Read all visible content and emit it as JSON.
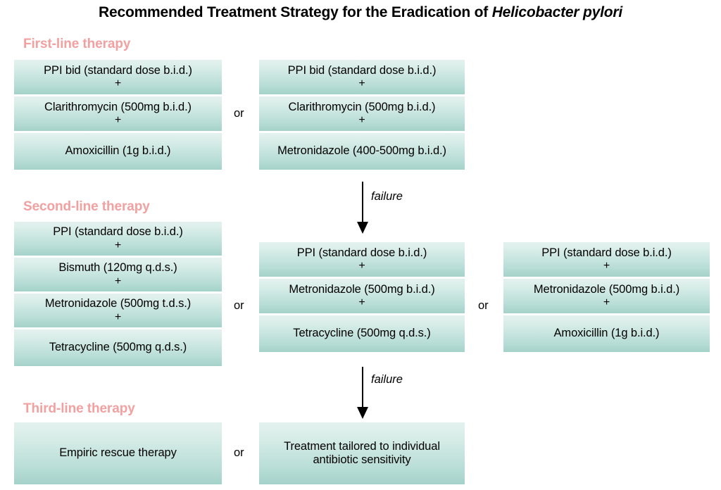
{
  "title": {
    "prefix": "Recommended Treatment Strategy for the Eradication of ",
    "species": "Helicobacter pylori"
  },
  "sections": [
    {
      "id": "first-line",
      "heading": "First-line therapy"
    },
    {
      "id": "second-line",
      "heading": "Second-line therapy"
    },
    {
      "id": "third-line",
      "heading": "Third-line therapy"
    }
  ],
  "separators": {
    "or": "or",
    "failure": "failure"
  },
  "first_line": {
    "option_a": {
      "rows": [
        {
          "drug": "PPI bid (standard dose b.i.d.)",
          "connector": "+"
        },
        {
          "drug": "Clarithromycin (500mg b.i.d.)",
          "connector": "+"
        },
        {
          "drug": "Amoxicillin (1g b.i.d.)",
          "connector": ""
        }
      ]
    },
    "option_b": {
      "rows": [
        {
          "drug": "PPI bid (standard dose b.i.d.)",
          "connector": "+"
        },
        {
          "drug": "Clarithromycin (500mg b.i.d.)",
          "connector": "+"
        },
        {
          "drug": "Metronidazole (400-500mg b.i.d.)",
          "connector": ""
        }
      ]
    }
  },
  "second_line": {
    "option_a": {
      "rows": [
        {
          "drug": "PPI (standard dose b.i.d.)",
          "connector": "+"
        },
        {
          "drug": "Bismuth (120mg q.d.s.)",
          "connector": "+"
        },
        {
          "drug": "Metronidazole (500mg t.d.s.)",
          "connector": "+"
        },
        {
          "drug": "Tetracycline (500mg q.d.s.)",
          "connector": ""
        }
      ]
    },
    "option_b": {
      "rows": [
        {
          "drug": "PPI (standard dose b.i.d.)",
          "connector": "+"
        },
        {
          "drug": "Metronidazole (500mg b.i.d.)",
          "connector": "+"
        },
        {
          "drug": "Tetracycline (500mg q.d.s.)",
          "connector": ""
        }
      ]
    },
    "option_c": {
      "rows": [
        {
          "drug": "PPI (standard dose b.i.d.)",
          "connector": "+"
        },
        {
          "drug": "Metronidazole (500mg b.i.d.)",
          "connector": "+"
        },
        {
          "drug": "Amoxicillin (1g b.i.d.)",
          "connector": ""
        }
      ]
    }
  },
  "third_line": {
    "option_a": {
      "text": "Empiric rescue therapy"
    },
    "option_b": {
      "line1": "Treatment tailored to individual",
      "line2": "antibiotic sensitivity"
    }
  },
  "colors": {
    "heading_pink": "#f2a0a0",
    "band_top": "#dff0ec",
    "band_bottom": "#a4d2ca",
    "text": "#000000",
    "background": "#ffffff"
  }
}
